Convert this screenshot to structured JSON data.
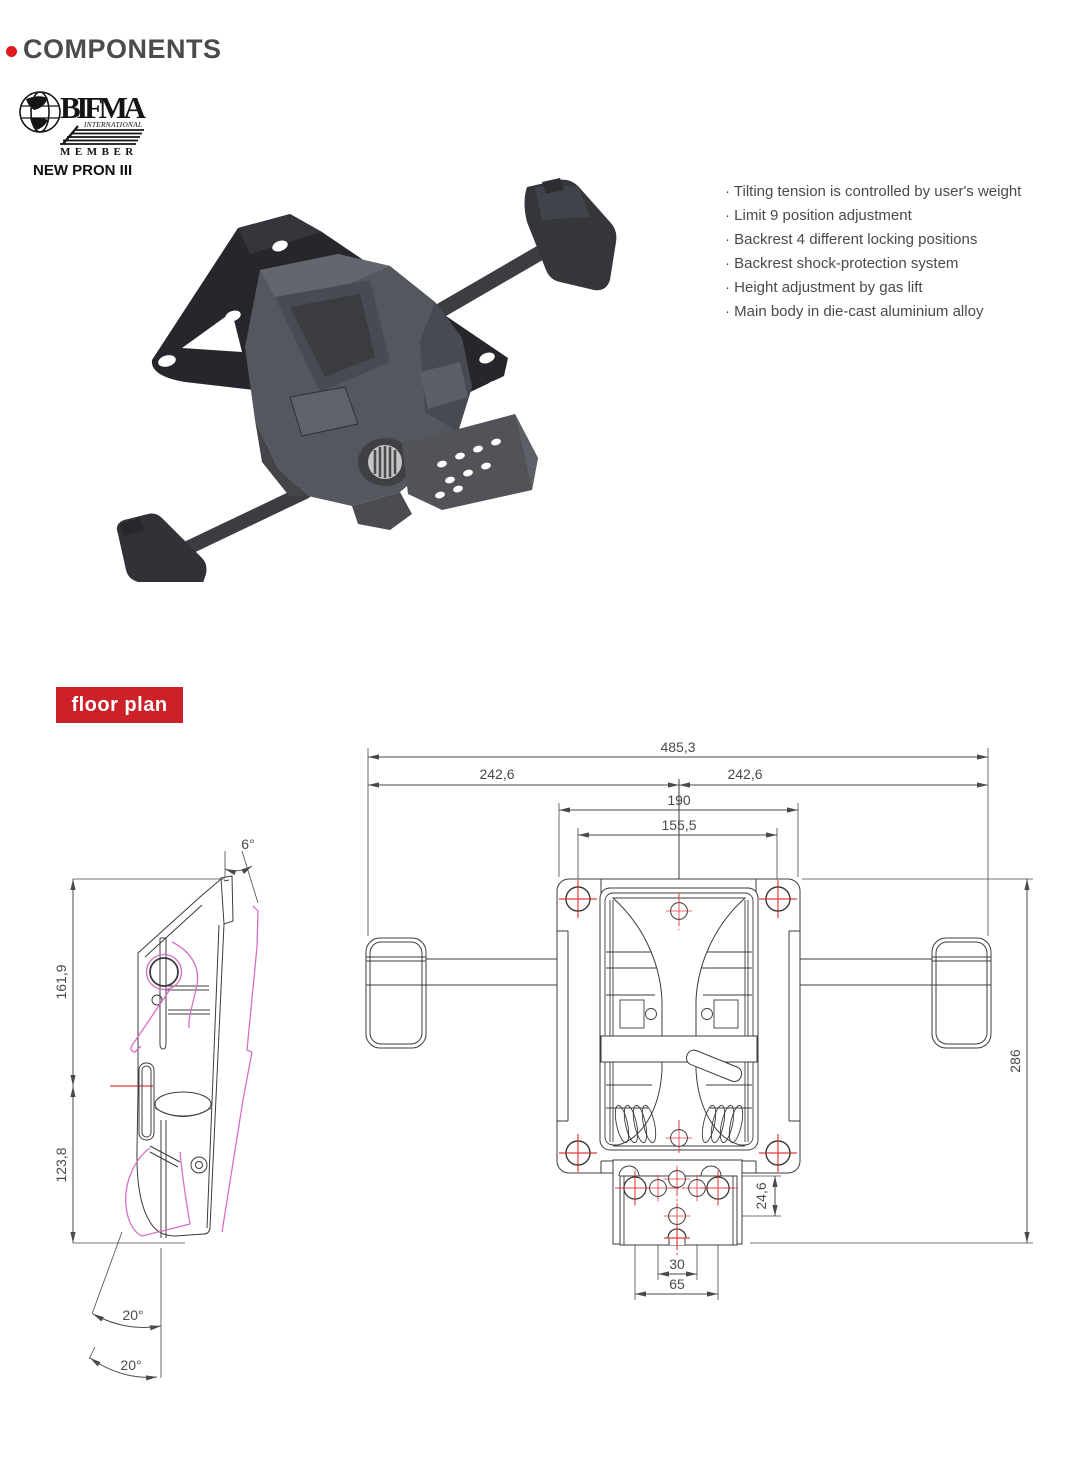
{
  "header": {
    "title": "COMPONENTS"
  },
  "logo": {
    "name": "BIFMA",
    "subtitle": "INTERNATIONAL",
    "member": "MEMBER"
  },
  "product_name": "NEW PRON III",
  "features": [
    "· Tilting tension is controlled by user's weight",
    "· Limit 9 position adjustment",
    "· Backrest 4 different locking positions",
    "· Backrest shock-protection system",
    "· Height adjustment by gas lift",
    "· Main body in die-cast aluminium alloy"
  ],
  "floor_plan_badge": "floor plan",
  "dims": {
    "total_width": "485,3",
    "left_half": "242,6",
    "right_half": "242,6",
    "plate_width": "190",
    "hole_span": "155,5",
    "depth": "286",
    "side_upper": "161,9",
    "side_lower": "123,8",
    "bracket_offset": "24,6",
    "inner_hole_gap": "30",
    "outer_hole_gap": "65",
    "seat_angle": "6°",
    "lever_angle_up": "20°",
    "lever_angle_down": "20°"
  },
  "colors": {
    "accent_red": "#cd2129",
    "drawing_line": "#3c3c3c",
    "centerline_red": "#e23b3b",
    "alt_position_magenta": "#d86fc4"
  }
}
